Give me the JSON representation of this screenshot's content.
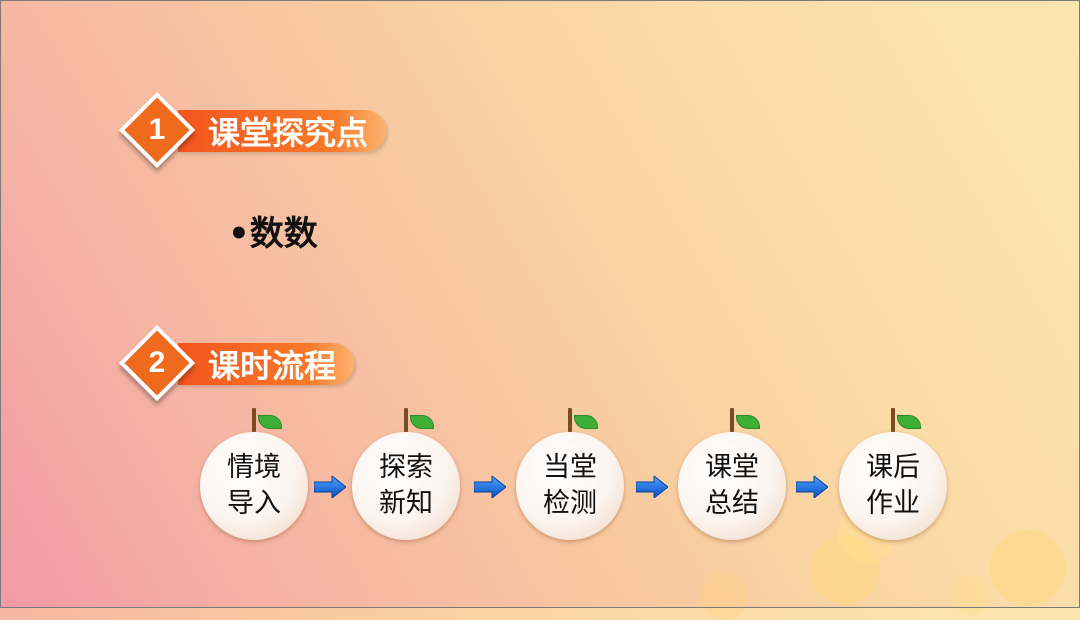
{
  "sections": [
    {
      "number": "1",
      "title": "课堂探究点"
    },
    {
      "number": "2",
      "title": "课时流程"
    }
  ],
  "bullet": "•数数",
  "flow": [
    {
      "label": "情境导入"
    },
    {
      "label": "探索新知"
    },
    {
      "label": "当堂检测"
    },
    {
      "label": "课堂总结"
    },
    {
      "label": "课后作业"
    }
  ],
  "colors": {
    "accent": "#f06a1e",
    "arrow": "#1a6fe0",
    "leaf": "#3fae37",
    "stem": "#7a4c25"
  }
}
